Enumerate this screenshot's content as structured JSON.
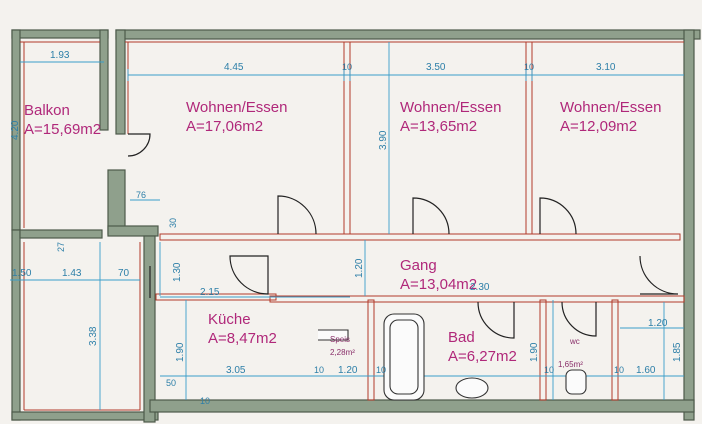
{
  "rooms": {
    "balkon": {
      "name": "Balkon",
      "area": "A=15,69m2"
    },
    "wohnen1": {
      "name": "Wohnen/Essen",
      "area": "A=17,06m2"
    },
    "wohnen2": {
      "name": "Wohnen/Essen",
      "area": "A=13,65m2"
    },
    "wohnen3": {
      "name": "Wohnen/Essen",
      "area": "A=12,09m2"
    },
    "gang": {
      "name": "Gang",
      "area": "A=13,04m2"
    },
    "kueche": {
      "name": "Küche",
      "area": "A=8,47m2"
    },
    "bad": {
      "name": "Bad",
      "area": "A=6,27m2"
    }
  },
  "fixtures": {
    "speis": "Speis",
    "speis_area": "2,28m²",
    "wc": "wc",
    "wc_area": "1,65m²"
  },
  "dimensions": {
    "balkon_width": "1.93",
    "balkon_height": "4.20",
    "w1_width": "4.45",
    "w_gap1": "10",
    "w2_width": "3.50",
    "w_gap2": "10",
    "w3_width": "3.10",
    "w_depth": "3.90",
    "d76": "76",
    "d30": "30",
    "d27": "27",
    "d150": "1.50",
    "d143": "1.43",
    "d70": "70",
    "d338": "3.38",
    "d130": "1.30",
    "d215": "2.15",
    "d120g": "1.20",
    "d230": "2.30",
    "d190a": "1.90",
    "d50": "50",
    "d305": "3.05",
    "d10a": "10",
    "d120b": "1.20",
    "d10b": "10",
    "d190b": "1.90",
    "d10c": "10",
    "d120c": "1.20",
    "d185": "1.85",
    "d160": "1.60",
    "d10d": "10",
    "d10e": "10"
  }
}
